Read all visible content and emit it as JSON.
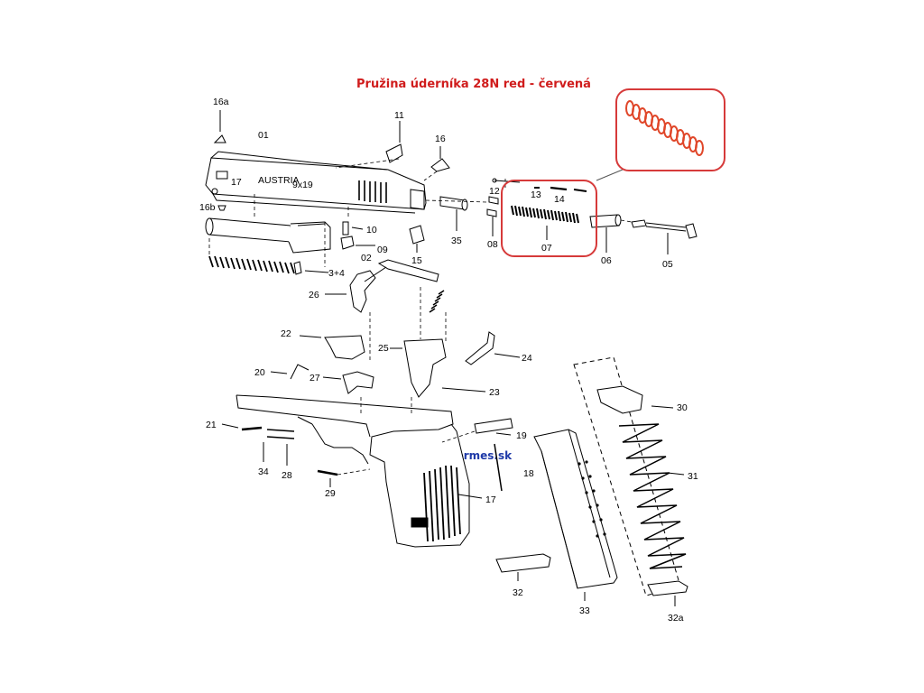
{
  "title": "Pružina úderníka 28N red - červená",
  "website": "www.hermes.sk",
  "slide_markings": {
    "model": "17",
    "country": "AUSTRIA",
    "caliber": "9x19"
  },
  "part_labels": [
    "16a",
    "01",
    "11",
    "16",
    "12",
    "13",
    "14",
    "16b",
    "10",
    "09",
    "02",
    "35",
    "08",
    "07",
    "06",
    "05",
    "15",
    "3+4",
    "26",
    "22",
    "25",
    "24",
    "20",
    "27",
    "23",
    "21",
    "19",
    "34",
    "28",
    "29",
    "18",
    "17",
    "30",
    "31",
    "32",
    "33",
    "32a"
  ],
  "colors": {
    "title": "#d01c1c",
    "highlight": "#d63a3a",
    "spring": "#e0472a",
    "website": "#1f3aa8",
    "line": "#000000"
  }
}
